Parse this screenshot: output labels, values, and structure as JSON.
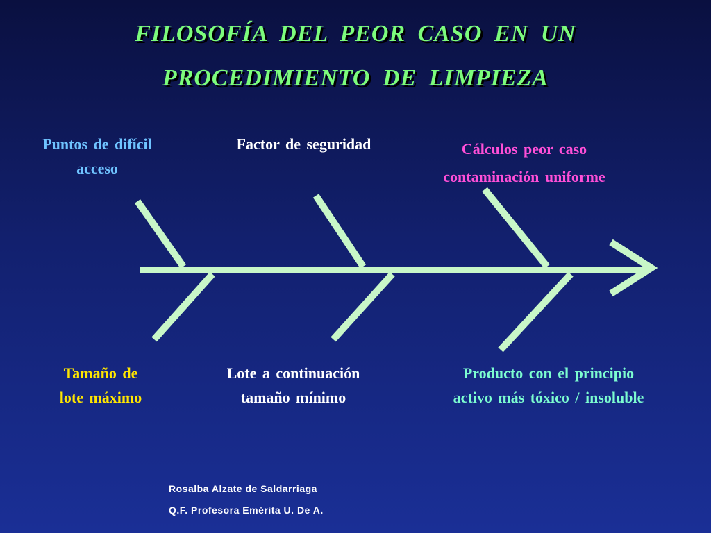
{
  "title": {
    "line1": "FILOSOFÍA  DEL  PEOR  CASO  EN  UN",
    "line2": "PROCEDIMIENTO  DE  LIMPIEZA"
  },
  "labels": {
    "top_left": {
      "line1": "Puntos de difícil",
      "line2": "acceso"
    },
    "top_center": {
      "line1": "Factor de seguridad"
    },
    "top_right": {
      "line1": "Cálculos  peor  caso",
      "line2": "contaminación  uniforme"
    },
    "bottom_left": {
      "line1": "Tamaño  de",
      "line2": "lote  máximo"
    },
    "bottom_center": {
      "line1": "Lote  a  continuación",
      "line2": "tamaño  mínimo"
    },
    "bottom_right": {
      "line1": "Producto  con  el  principio",
      "line2": "activo  más  tóxico / insoluble"
    }
  },
  "credits": {
    "author": "Rosalba Alzate de Saldarriaga",
    "position": "Q.F. Profesora Emérita U. De A."
  },
  "colors": {
    "background": "#12206e",
    "title": "#7CFC7C",
    "diagram_lines": "#C8F7C8",
    "top_left_label": "#6FC3FF",
    "top_center_label": "#FFFFFF",
    "top_right_label": "#FF4FD8",
    "bottom_left_label": "#FFE600",
    "bottom_center_label": "#FFFFFF",
    "bottom_right_label": "#7CFCD0",
    "credits": "#FFFFFF"
  }
}
